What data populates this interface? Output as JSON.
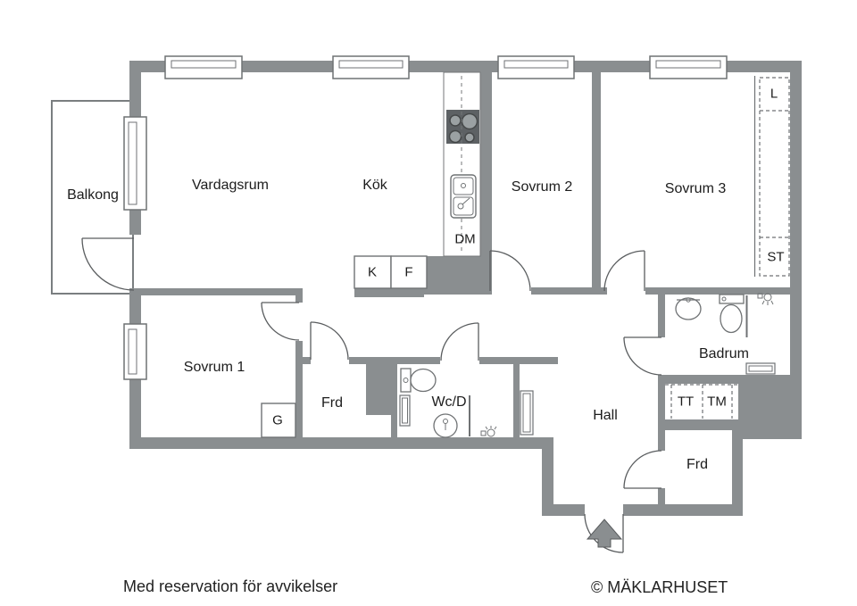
{
  "title": "Apartment floor plan",
  "labels": {
    "balkong": "Balkong",
    "vardagsrum": "Vardagsrum",
    "kok": "Kök",
    "sovrum2": "Sovrum 2",
    "sovrum3": "Sovrum 3",
    "sovrum1": "Sovrum 1",
    "frd_inner": "Frd",
    "wcd": "Wc/D",
    "hall": "Hall",
    "badrum": "Badrum",
    "frd_entry": "Frd",
    "dm": "DM",
    "k": "K",
    "f": "F",
    "g": "G",
    "tt": "TT",
    "tm": "TM",
    "l": "L",
    "st": "ST"
  },
  "footer": {
    "disclaimer": "Med reservation för avvikelser",
    "copyright": "© MÄKLARHUSET"
  },
  "colors": {
    "wall": "#8a8e90",
    "door_line": "#5a5d5f",
    "fixture_line": "#6f7274",
    "stove": "#5d6164",
    "burner": "#9ba1a3",
    "text": "#1c1c1c"
  }
}
